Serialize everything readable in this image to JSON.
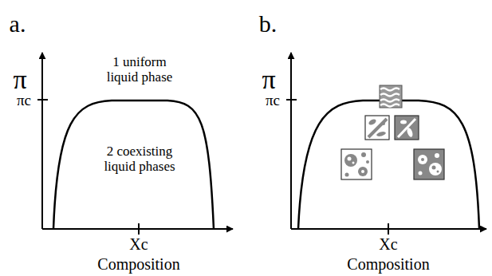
{
  "diagram": {
    "labels": [
      "a.",
      "π",
      "πc",
      "1 uniform liquid phase",
      "2 coexisting liquid phases",
      "Xc",
      "Composition",
      "b.",
      "π",
      "πc",
      "Xc",
      "Composition"
    ]
  }
}
